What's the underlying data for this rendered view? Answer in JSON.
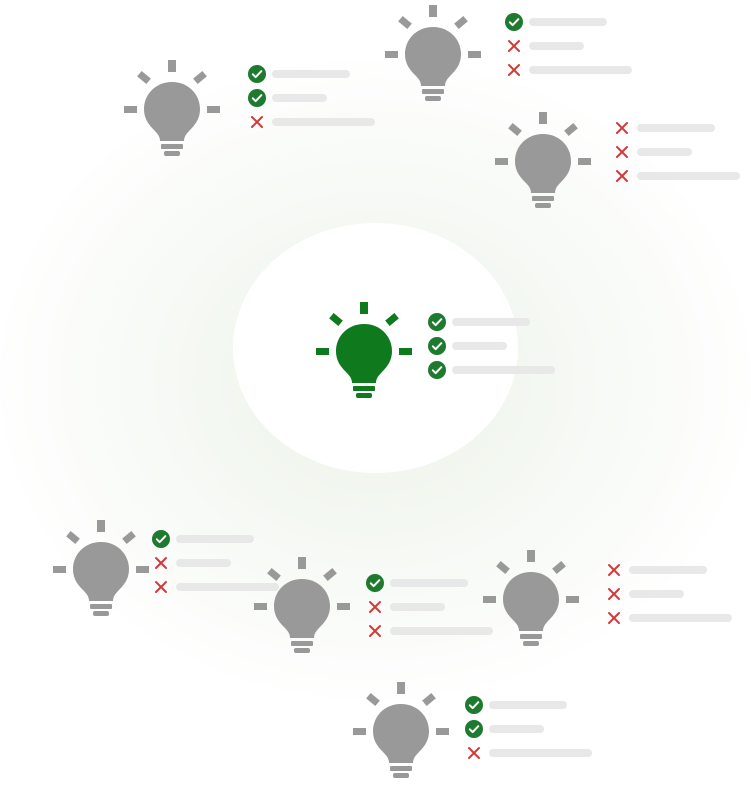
{
  "colors": {
    "inactive_bulb": "#999999",
    "active_bulb": "#0e7a1d",
    "check": "#1e7a2e",
    "cross": "#d23a3a",
    "placeholder_line": "#e8e8e8"
  },
  "icons": {
    "bulb": "lightbulb-icon",
    "pass": "check-circle-icon",
    "fail": "x-mark-icon"
  },
  "ideas": [
    {
      "id": "idea-top-left",
      "active": false,
      "checks": [
        "pass",
        "pass",
        "fail"
      ]
    },
    {
      "id": "idea-top-center",
      "active": false,
      "checks": [
        "pass",
        "fail",
        "fail"
      ]
    },
    {
      "id": "idea-top-right",
      "active": false,
      "checks": [
        "fail",
        "fail",
        "fail"
      ]
    },
    {
      "id": "idea-center",
      "active": true,
      "checks": [
        "pass",
        "pass",
        "pass"
      ]
    },
    {
      "id": "idea-bottom-left",
      "active": false,
      "checks": [
        "pass",
        "fail",
        "fail"
      ]
    },
    {
      "id": "idea-bottom-mid",
      "active": false,
      "checks": [
        "pass",
        "fail",
        "fail"
      ]
    },
    {
      "id": "idea-bottom-right",
      "active": false,
      "checks": [
        "fail",
        "fail",
        "fail"
      ]
    },
    {
      "id": "idea-bottom",
      "active": false,
      "checks": [
        "pass",
        "pass",
        "fail"
      ]
    }
  ]
}
